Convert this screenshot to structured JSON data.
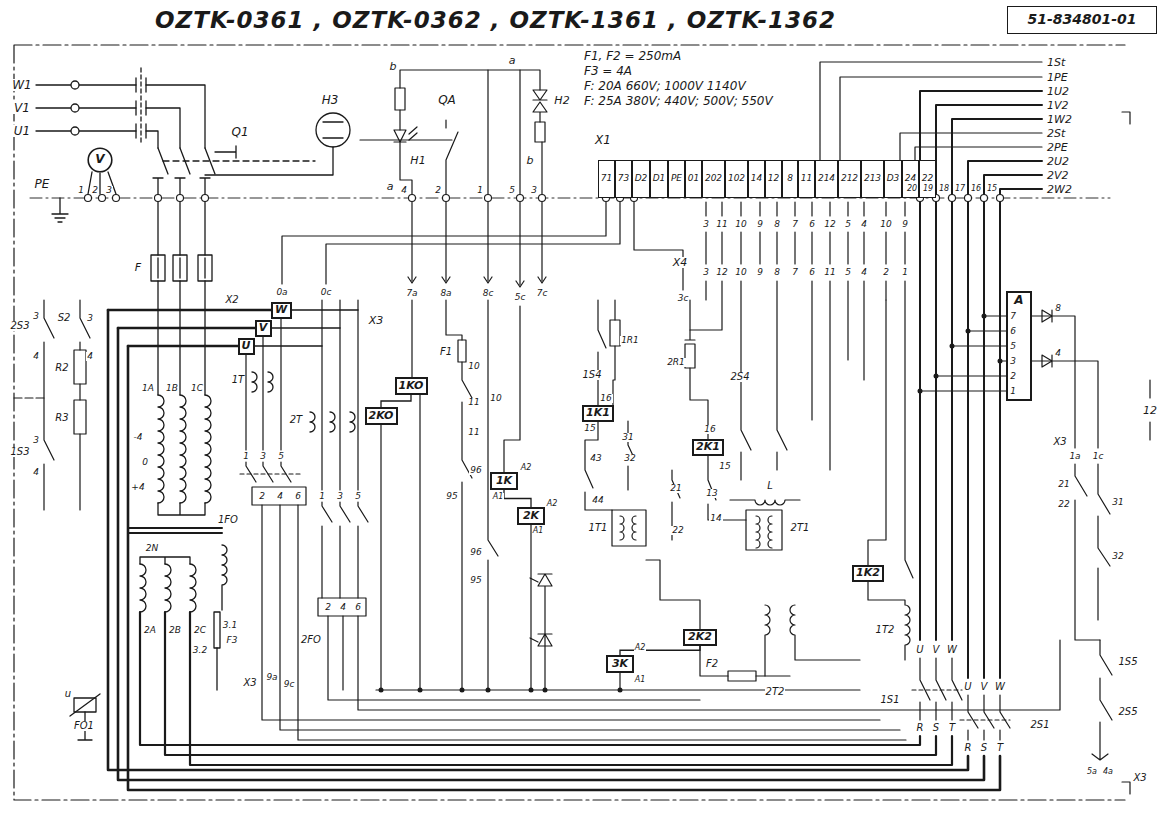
{
  "diagram": {
    "title": "OZTK-0361 , OZTK-0362 , OZTK-1361 , OZTK-1362",
    "nodes": [
      {
        "text": [
          "51-834801-01"
        ]
      },
      {
        "text": [
          "71"
        ]
      },
      {
        "text": [
          "73"
        ]
      },
      {
        "text": [
          "D2"
        ]
      },
      {
        "text": [
          "D1"
        ]
      },
      {
        "text": [
          "PE"
        ]
      },
      {
        "text": [
          "01"
        ]
      },
      {
        "text": [
          "202"
        ]
      },
      {
        "text": [
          "102"
        ]
      },
      {
        "text": [
          "14"
        ]
      },
      {
        "text": [
          "12"
        ]
      },
      {
        "text": [
          "8"
        ]
      },
      {
        "text": [
          "11"
        ]
      },
      {
        "text": [
          "214"
        ]
      },
      {
        "text": [
          "212"
        ]
      },
      {
        "text": [
          "213"
        ]
      },
      {
        "text": [
          "D3"
        ]
      },
      {
        "text": [
          "24"
        ]
      },
      {
        "text": [
          "22"
        ]
      },
      {
        "text": [
          "W"
        ]
      },
      {
        "text": [
          "V"
        ]
      },
      {
        "text": [
          "U"
        ]
      },
      {
        "text": [
          "V"
        ]
      },
      {
        "text": [
          "1KO"
        ]
      },
      {
        "text": [
          "2KO"
        ]
      },
      {
        "text": [
          "1K"
        ]
      },
      {
        "text": [
          "2K"
        ]
      },
      {
        "text": [
          "1K1"
        ]
      },
      {
        "text": [
          "2K1"
        ]
      },
      {
        "text": [
          "3K"
        ]
      },
      {
        "text": [
          "2K2"
        ]
      },
      {
        "text": [
          "1K2"
        ]
      },
      {
        "text": [
          "A"
        ]
      }
    ],
    "edges": [
      {
        "from": 23,
        "to": 24,
        "arrow": "none"
      },
      {
        "from": 25,
        "to": 26,
        "arrow": "none"
      },
      {
        "from": 30,
        "to": 29,
        "arrow": "none"
      }
    ],
    "labels": [
      "F1, F2 = 250mA",
      "F3 = 4A",
      "F: 20A 660V; 1000V 1140V",
      "F: 25A 380V; 440V; 500V; 550V",
      "1St",
      "1PE",
      "1U2",
      "1V2",
      "1W2",
      "2St",
      "2PE",
      "2U2",
      "2V2",
      "2W2",
      "W1",
      "V1",
      "U1",
      "Q1",
      "H3",
      "PE",
      "b",
      "QA",
      "H1",
      "a",
      "H2",
      "a",
      "b",
      "X1",
      "1",
      "2",
      "3",
      "4",
      "2",
      "1",
      "5",
      "3",
      "3",
      "11",
      "10",
      "9",
      "8",
      "7",
      "6",
      "12",
      "5",
      "4",
      "10",
      "9",
      "3",
      "12",
      "10",
      "9",
      "8",
      "7",
      "6",
      "11",
      "5",
      "4",
      "2",
      "1",
      "X4",
      "20",
      "19",
      "18",
      "17",
      "16",
      "15",
      "F",
      "0a",
      "0c",
      "X3",
      "X2",
      "7a",
      "8a",
      "8c",
      "5c",
      "7c",
      "3c",
      "2S3",
      "3",
      "S2",
      "3",
      "4",
      "4",
      "R2",
      "R3",
      "1S3",
      "3",
      "4",
      "1A",
      "1B",
      "1C",
      "-4",
      "0",
      "+4",
      "2N",
      "2A",
      "2B",
      "2C",
      "1T",
      "2T",
      "1FO",
      "2FO",
      "3.1",
      "3.2",
      "F3",
      "FO1",
      "u",
      "X3",
      "9a",
      "9c",
      "1",
      "3",
      "5",
      "2",
      "4",
      "6",
      "1",
      "3",
      "5",
      "2",
      "4",
      "6",
      "F1",
      "10",
      "11",
      "10",
      "11",
      "96",
      "95",
      "96",
      "95",
      "1S4",
      "1R1",
      "2R1",
      "2S4",
      "1T1",
      "2T1",
      "L",
      "F2",
      "2T2",
      "1T2",
      "1S1",
      "2S1",
      "R",
      "S",
      "T",
      "U",
      "V",
      "W",
      "R",
      "S",
      "T",
      "U",
      "V",
      "W",
      "1S5",
      "2S5",
      "X3",
      "5a",
      "4a",
      "X3",
      "1a",
      "1c",
      "8",
      "4",
      "7",
      "6",
      "5",
      "3",
      "2",
      "1",
      "21",
      "22",
      "31",
      "32",
      "12",
      "A2",
      "A1",
      "A2",
      "A1",
      "A2",
      "A1",
      "43",
      "44",
      "31",
      "32",
      "21",
      "22",
      "13",
      "14",
      "16",
      "15",
      "16",
      "15"
    ]
  }
}
